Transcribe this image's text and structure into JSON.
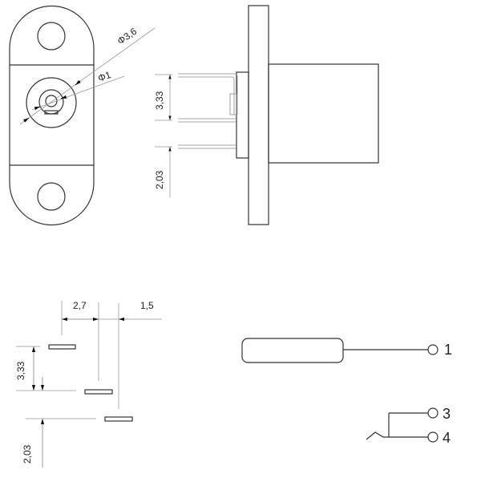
{
  "front_view": {
    "outer_diameter_label": "Φ3,6",
    "inner_diameter_label": "Φ1"
  },
  "side_view": {
    "pin_pitch_label": "3,33",
    "pin_offset_label": "2,03"
  },
  "footprint": {
    "horizontal_pitch_label": "2,7",
    "horizontal_offset_label": "1,5",
    "vertical_pitch_label": "3,33",
    "vertical_offset_label": "2,03"
  },
  "schematic": {
    "pins": [
      "1",
      "3",
      "4"
    ]
  }
}
